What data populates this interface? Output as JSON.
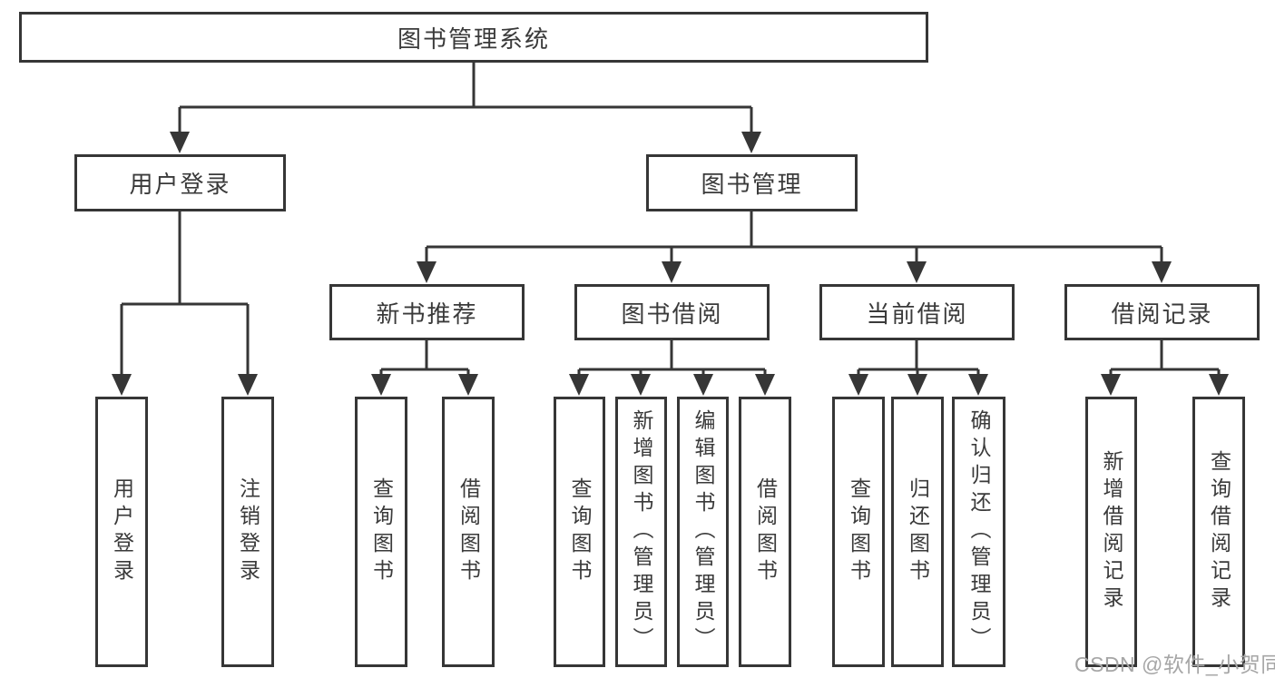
{
  "diagram": {
    "type": "tree",
    "root": {
      "label": "图书管理系统"
    },
    "branches": [
      {
        "label": "用户登录",
        "children": [
          {
            "label": "用户登录"
          },
          {
            "label": "注销登录"
          }
        ]
      },
      {
        "label": "图书管理",
        "children": [
          {
            "label": "新书推荐",
            "children": [
              {
                "label": "查询图书"
              },
              {
                "label": "借阅图书"
              }
            ]
          },
          {
            "label": "图书借阅",
            "children": [
              {
                "label": "查询图书"
              },
              {
                "label": "新增图书（管理员）"
              },
              {
                "label": "编辑图书（管理员）"
              },
              {
                "label": "借阅图书"
              }
            ]
          },
          {
            "label": "当前借阅",
            "children": [
              {
                "label": "查询图书"
              },
              {
                "label": "归还图书"
              },
              {
                "label": "确认归还（管理员）"
              }
            ]
          },
          {
            "label": "借阅记录",
            "children": [
              {
                "label": "新增借阅记录"
              },
              {
                "label": "查询借阅记录"
              }
            ]
          }
        ]
      }
    ]
  },
  "watermark": {
    "text": "CSDN @软件_小贺同学"
  },
  "colors": {
    "line": "#363636",
    "box_border": "#363636",
    "text": "#3a3a3a",
    "watermark": "#a6a6a6",
    "background": "#ffffff"
  }
}
